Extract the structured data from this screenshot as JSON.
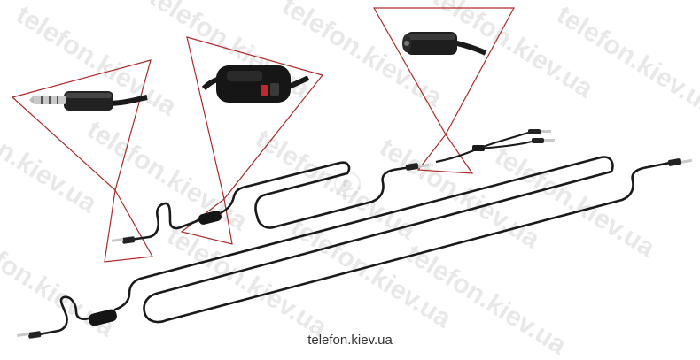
{
  "caption": "telefon.kiev.ua",
  "watermark_text": "telefon.kiev.ua",
  "colors": {
    "callout_outline": "#b02a2a",
    "cable": "#1a1a1a",
    "plug_metal": "#c9c9c9",
    "watermark": "#cfcfcf"
  },
  "callouts": [
    {
      "name": "callout-4pole-plug",
      "depicts": "3.5mm 4-pole plug close-up"
    },
    {
      "name": "callout-inline-control",
      "depicts": "inline volume control with red switch"
    },
    {
      "name": "callout-extension-socket",
      "depicts": "3.5mm female socket of extension cable"
    }
  ]
}
